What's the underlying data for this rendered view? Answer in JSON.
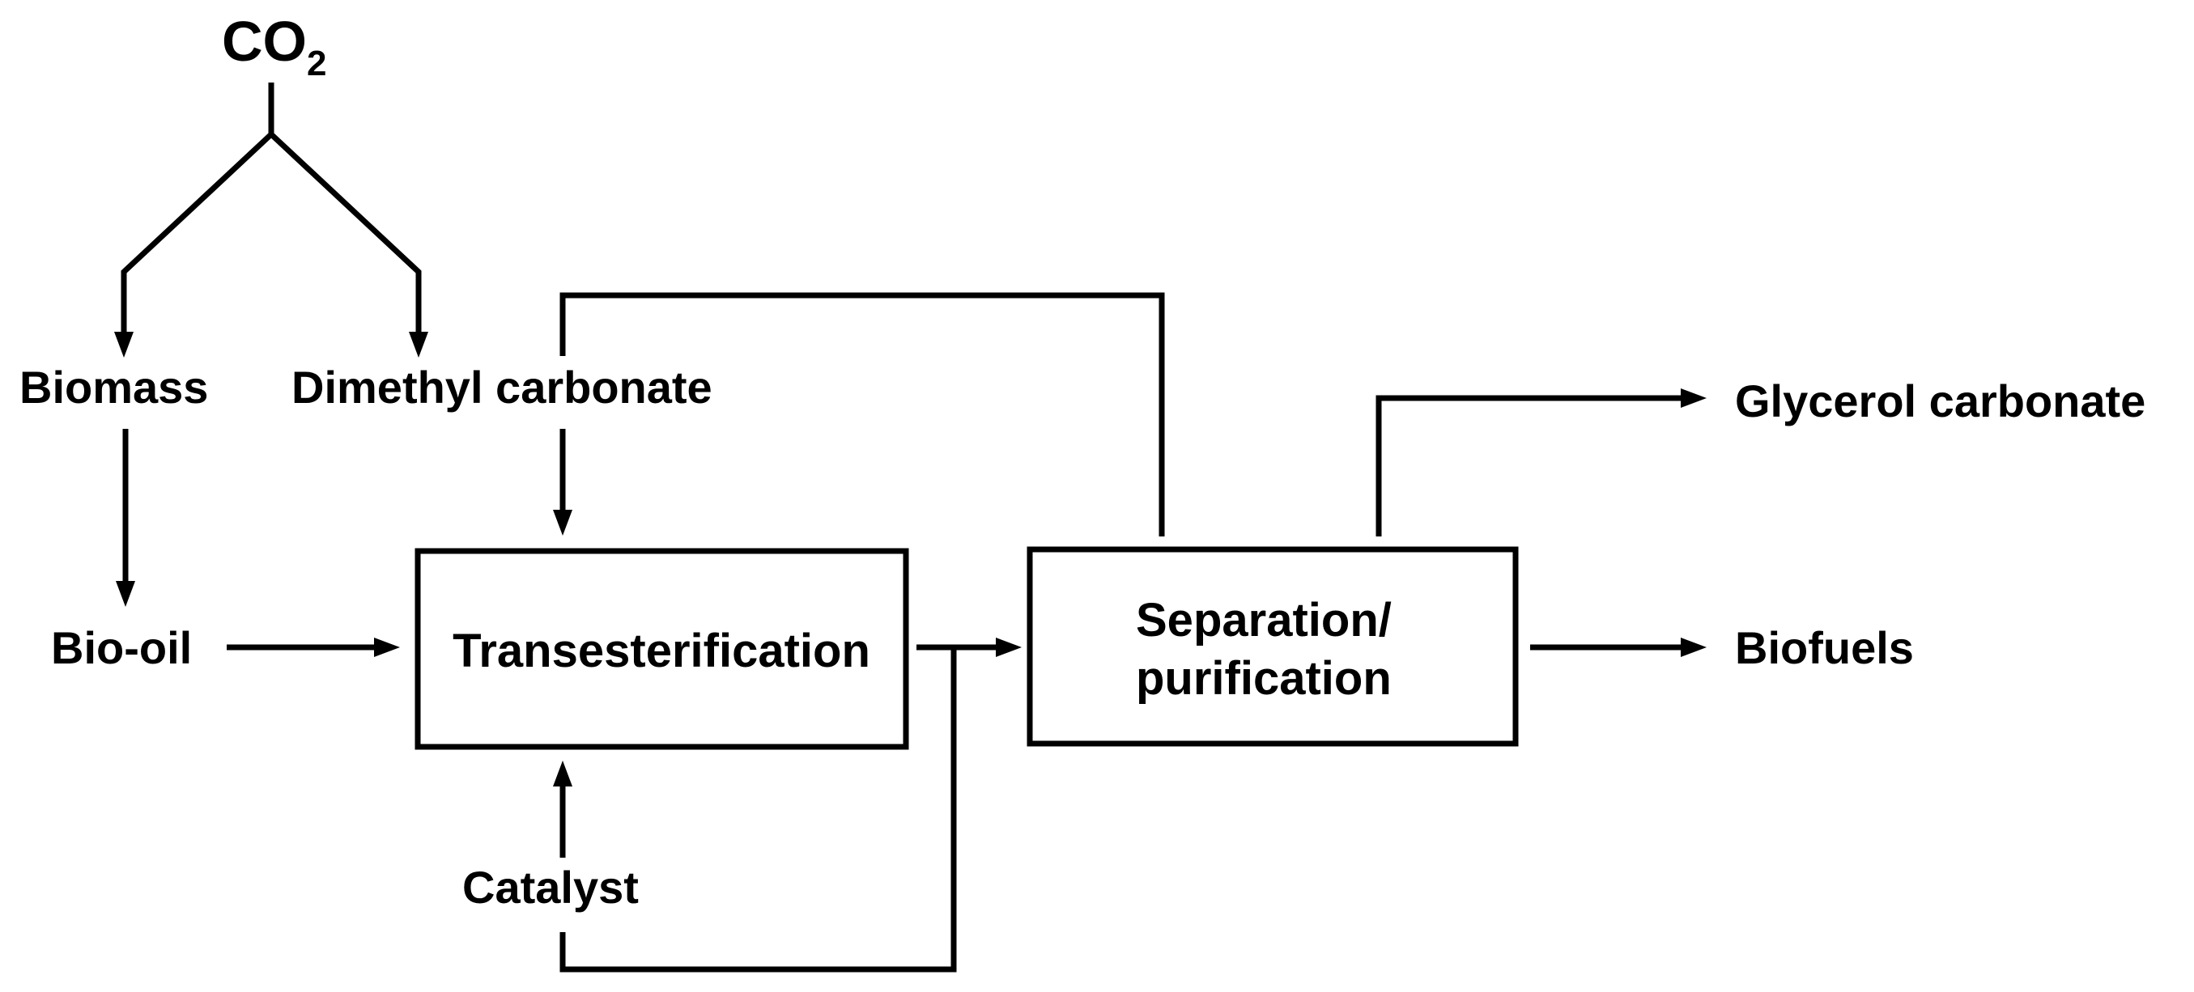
{
  "diagram": {
    "nodes": {
      "co2": {
        "main": "CO",
        "sub": "2"
      },
      "biomass": "Biomass",
      "dimethyl_carbonate": "Dimethyl carbonate",
      "bio_oil": "Bio-oil",
      "transesterification": "Transesterification",
      "separation_line1": "Separation/",
      "separation_line2": "purification",
      "catalyst": "Catalyst",
      "glycerol_carbonate": "Glycerol carbonate",
      "biofuels": "Biofuels"
    },
    "edges": [
      {
        "from": "CO2",
        "to": "Biomass"
      },
      {
        "from": "CO2",
        "to": "Dimethyl carbonate"
      },
      {
        "from": "Biomass",
        "to": "Bio-oil"
      },
      {
        "from": "Bio-oil",
        "to": "Transesterification"
      },
      {
        "from": "Dimethyl carbonate",
        "to": "Transesterification"
      },
      {
        "from": "Catalyst",
        "to": "Transesterification"
      },
      {
        "from": "Transesterification",
        "to": "Separation/purification"
      },
      {
        "from": "Catalyst",
        "to": "Separation/purification",
        "note": "catalyst recycle line"
      },
      {
        "from": "Separation/purification",
        "to": "Dimethyl carbonate",
        "note": "recycle line"
      },
      {
        "from": "Separation/purification",
        "to": "Glycerol carbonate"
      },
      {
        "from": "Separation/purification",
        "to": "Biofuels"
      }
    ],
    "colors": {
      "stroke": "#000000",
      "background": "#ffffff"
    }
  }
}
